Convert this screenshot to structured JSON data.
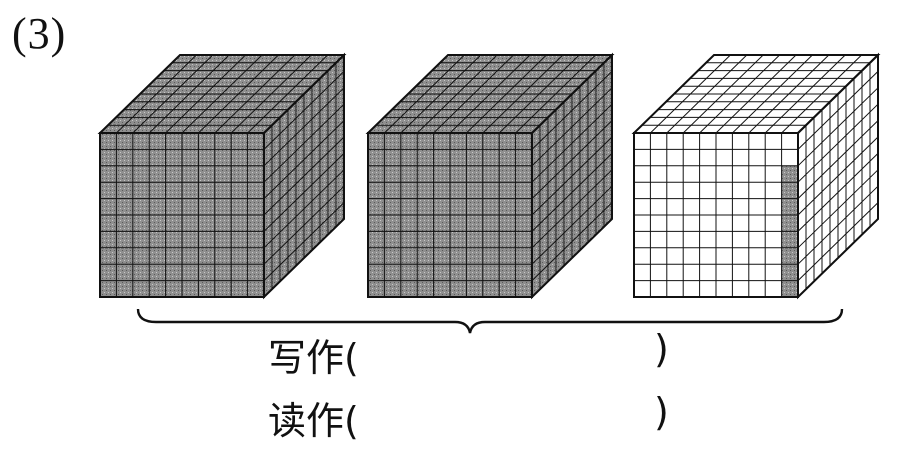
{
  "problem": {
    "number_label": "(3)"
  },
  "figure": {
    "cubes": [
      {
        "fill": "shaded",
        "state": "full thousand-cube"
      },
      {
        "fill": "shaded",
        "state": "full thousand-cube"
      },
      {
        "fill": "outline",
        "state": "unshaded grid with one shaded column strip"
      }
    ],
    "grid_divisions": 10,
    "colors": {
      "shade": "#9a9a9a",
      "line": "#111111",
      "empty": "#ffffff"
    }
  },
  "answers": {
    "write_label": "写作(",
    "read_label": "读作(",
    "close_paren": ")",
    "write_value": "",
    "read_value": ""
  }
}
